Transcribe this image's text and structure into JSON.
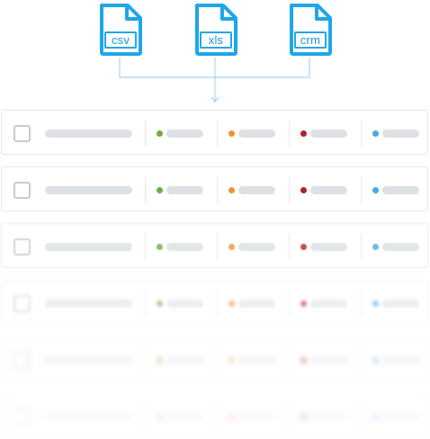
{
  "files": [
    {
      "label": "csv"
    },
    {
      "label": "xls"
    },
    {
      "label": "crm"
    }
  ],
  "colors": {
    "icon_blue": "#1ea6ea",
    "connector": "#a9d4f0",
    "status_green": "#6aaf3d",
    "status_orange": "#ee9236",
    "status_red": "#b3222a",
    "status_blue": "#48a8e6"
  },
  "row_count": 6
}
